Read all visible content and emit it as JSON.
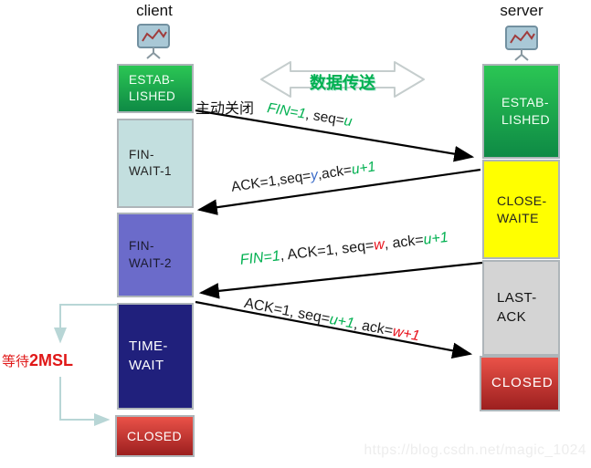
{
  "palette": {
    "state_green_top": "#2bc654",
    "state_green_bottom": "#0e8a45",
    "fin_wait1_bg": "#c3dfdf",
    "fin_wait2_bg": "#6b6bca",
    "time_wait_bg": "#20207c",
    "close_wait_bg": "#ffff00",
    "last_ack_bg": "#d4d4d4",
    "closed_red_top": "#ea5248",
    "closed_red_bottom": "#9c1f1f",
    "msg_green": "#00b050",
    "msg_blue": "#3a6bc8",
    "msg_red": "#e8131d",
    "bracket_teal": "#b8d6d6",
    "arrow_black": "#000000"
  },
  "client": {
    "title": "client",
    "states": [
      {
        "label": "ESTAB-\nLISHED"
      },
      {
        "label": "FIN-\nWAIT-1"
      },
      {
        "label": "FIN-\nWAIT-2"
      },
      {
        "label": "TIME-\nWAIT"
      },
      {
        "label": "CLOSED"
      }
    ]
  },
  "server": {
    "title": "server",
    "states": [
      {
        "label": "ESTAB-\nLISHED"
      },
      {
        "label": "CLOSE-\nWAITE"
      },
      {
        "label": "LAST-\nACK"
      },
      {
        "label": "CLOSED"
      }
    ]
  },
  "messages": [
    {
      "name": "fin",
      "direction": "client-to-server",
      "parts": [
        {
          "text": "FIN=1"
        },
        {
          "text": ", seq="
        },
        {
          "text": "u"
        }
      ]
    },
    {
      "name": "ack-of-fin",
      "direction": "server-to-client",
      "parts": [
        {
          "text": "ACK=1,seq="
        },
        {
          "text": "y"
        },
        {
          "text": ",ack="
        },
        {
          "text": "u+1"
        }
      ]
    },
    {
      "name": "fin-ack",
      "direction": "server-to-client",
      "parts": [
        {
          "text": "FIN=1"
        },
        {
          "text": ", ACK=1, seq="
        },
        {
          "text": "w"
        },
        {
          "text": ", ack="
        },
        {
          "text": "u+1"
        }
      ]
    },
    {
      "name": "last-ack",
      "direction": "client-to-server",
      "parts": [
        {
          "text": "ACK=1, seq="
        },
        {
          "text": "u+1"
        },
        {
          "text": ", ack="
        },
        {
          "text": "w+1"
        }
      ]
    }
  ],
  "annotations": {
    "data_transfer": "数据传送",
    "active_close": "主动关闭",
    "wait_prefix": "等待",
    "wait_value": "2MSL",
    "watermark": "https://blog.csdn.net/magic_1024"
  }
}
